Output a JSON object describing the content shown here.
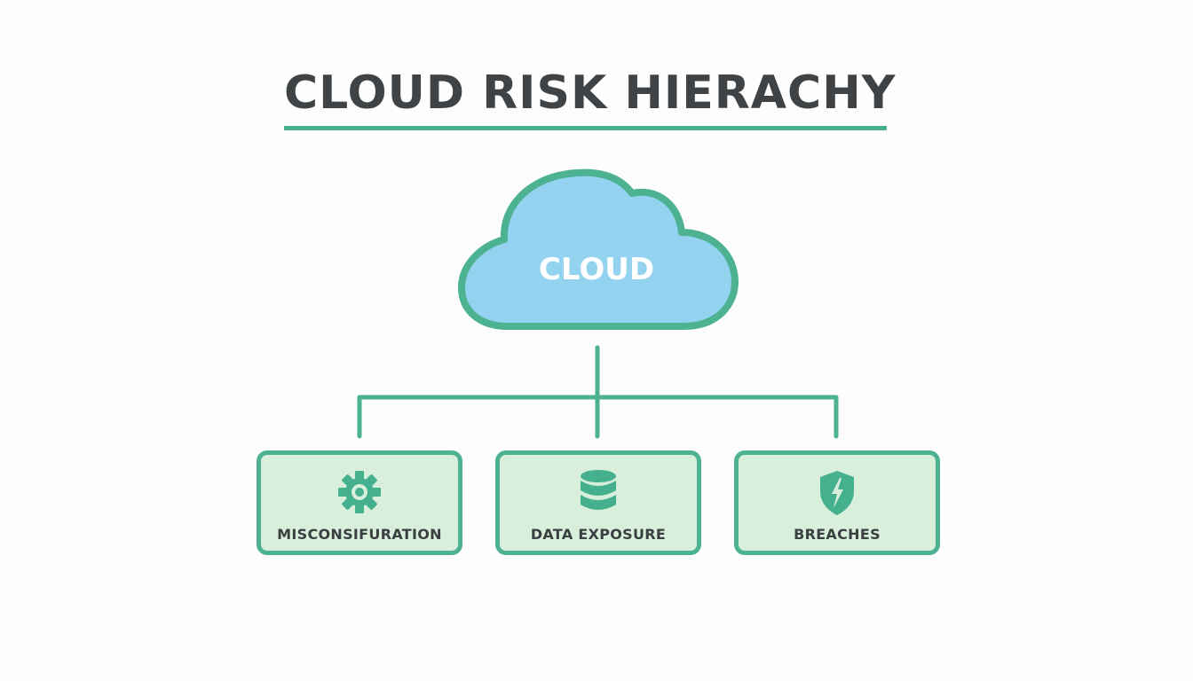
{
  "title": "CLOUD RISK HIERACHY",
  "root": {
    "label": "CLOUD"
  },
  "children": [
    {
      "label": "MISCONSIFURATION",
      "icon": "gear-icon"
    },
    {
      "label": "DATA EXPOSURE",
      "icon": "database-icon"
    },
    {
      "label": "BREACHES",
      "icon": "shield-lightning-icon"
    }
  ],
  "colors": {
    "accent": "#45b08e",
    "cloud_fill": "#93d3f0",
    "box_fill": "#d8efdb",
    "text": "#3f4346"
  }
}
